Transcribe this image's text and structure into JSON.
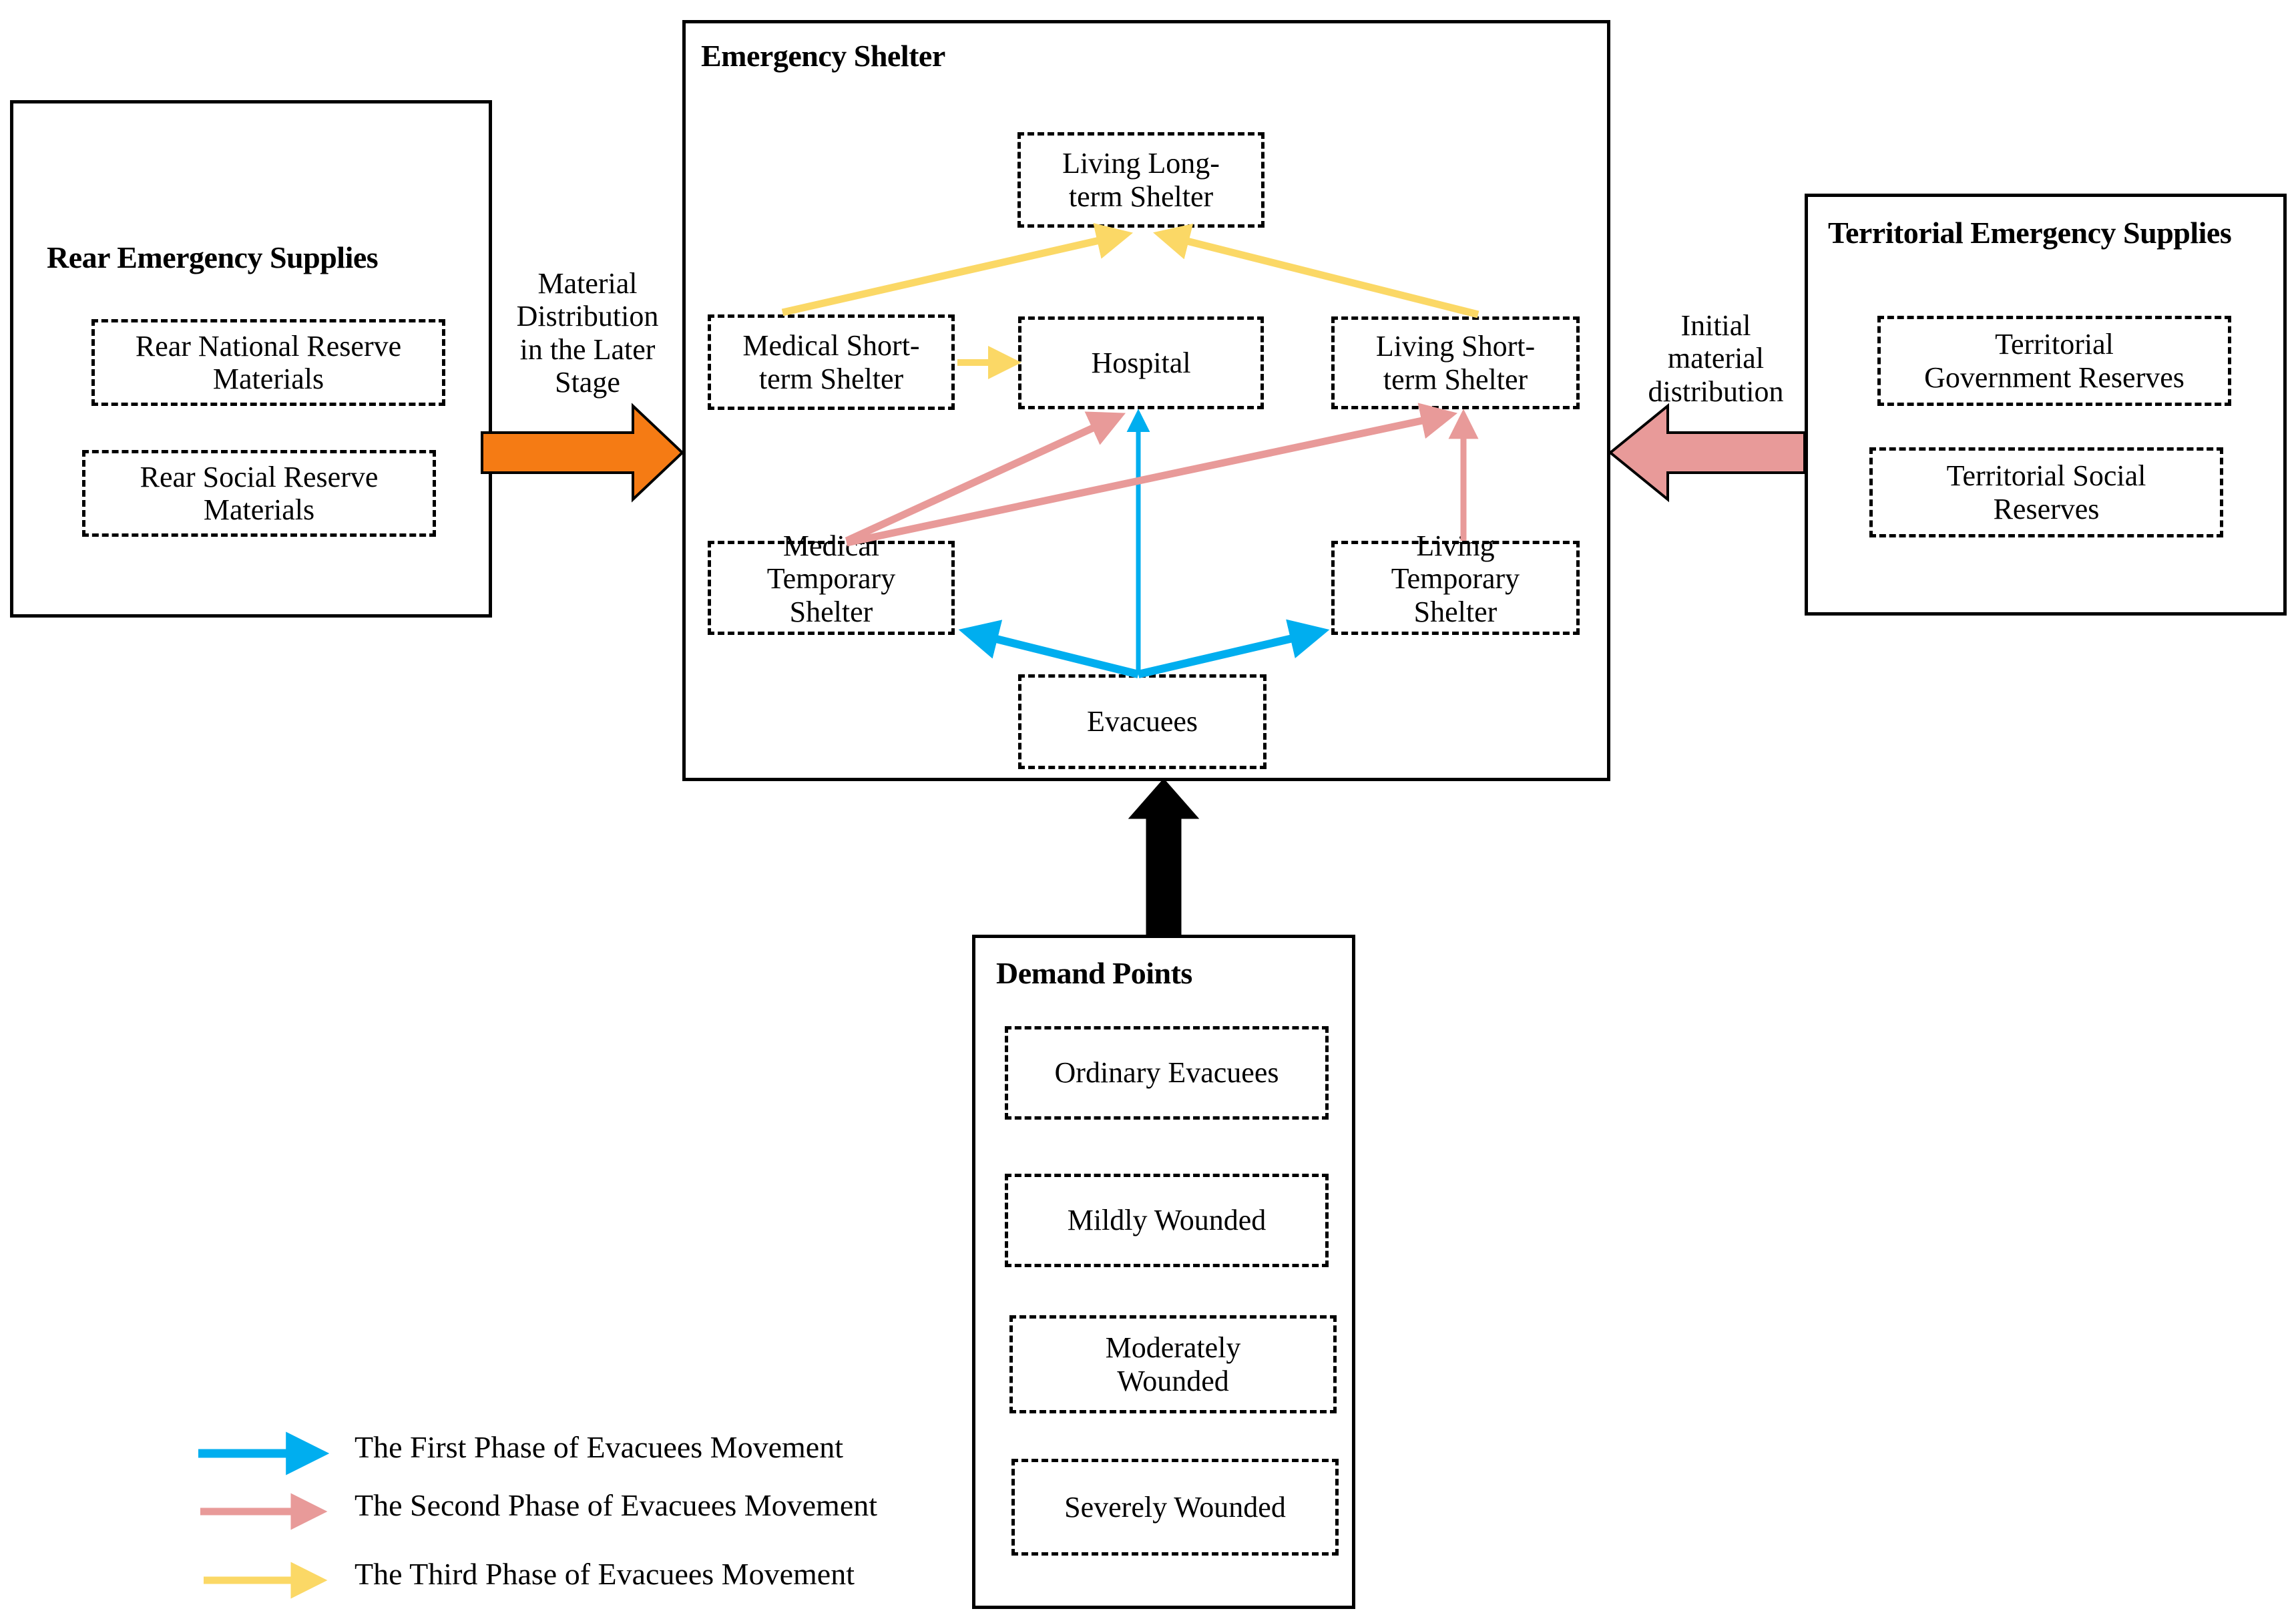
{
  "panels": {
    "rear": {
      "title": "Rear Emergency Supplies",
      "items": [
        "Rear National Reserve\nMaterials",
        "Rear Social Reserve\nMaterials"
      ]
    },
    "shelter": {
      "title": "Emergency Shelter",
      "nodes": {
        "living_long": "Living Long-\nterm Shelter",
        "medical_short": "Medical Short-\nterm Shelter",
        "hospital": "Hospital",
        "living_short": "Living Short-\nterm Shelter",
        "medical_temp": "Medical\nTemporary\nShelter",
        "living_temp": "Living\nTemporary\nShelter",
        "evacuees": "Evacuees"
      }
    },
    "territorial": {
      "title": "Territorial Emergency Supplies",
      "items": [
        "Territorial\nGovernment Reserves",
        "Territorial Social\nReserves"
      ]
    },
    "demand": {
      "title": "Demand Points",
      "items": [
        "Ordinary Evacuees",
        "Mildly Wounded",
        "Moderately\nWounded",
        "Severely Wounded"
      ]
    }
  },
  "flow_labels": {
    "material_distribution_later": "Material\nDistribution\nin the Later\nStage",
    "initial_material_distribution": "Initial\nmaterial\ndistribution"
  },
  "legend": {
    "items": [
      {
        "label": "The First Phase of Evacuees Movement",
        "color": "#00AEEF"
      },
      {
        "label": "The Second Phase of Evacuees Movement",
        "color": "#E89A99"
      },
      {
        "label": "The Third Phase of Evacuees Movement",
        "color": "#FBD866"
      }
    ]
  },
  "colors": {
    "phase1": "#00AEEF",
    "phase2": "#E89A99",
    "phase3": "#FBD866",
    "supply_rear": "#F57B14",
    "supply_territorial": "#E89A99",
    "demand_flow": "#000000",
    "outline": "#000000"
  }
}
